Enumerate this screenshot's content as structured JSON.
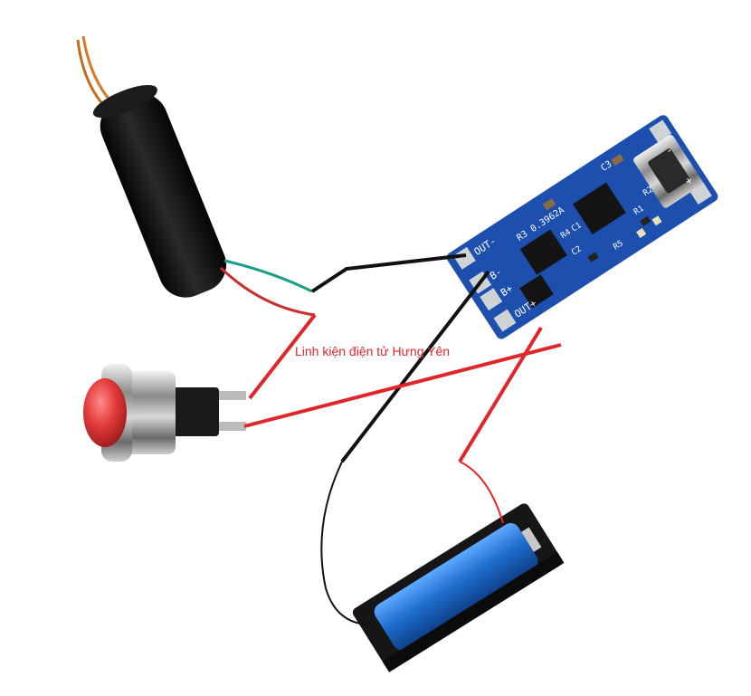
{
  "watermark": {
    "text": "Linh kiện điện tử Hưng Yên",
    "color": "#e0262a"
  },
  "module": {
    "pcb_color": "#1d4fae",
    "pad_color": "#cfd3d6",
    "labels": {
      "out_minus": "OUT-",
      "out_plus": "OUT+",
      "b_minus": "B-",
      "b_plus": "B+",
      "r3": "R3",
      "r3_value": "R3 0.3962A",
      "c3": "C3",
      "c1": "C1",
      "c2": "C2",
      "r1": "R1",
      "r2": "R2",
      "r4": "R4",
      "r5": "R5",
      "plus": "+",
      "minus": "-"
    }
  },
  "colors": {
    "wire_red": "#e0262a",
    "wire_black": "#111111",
    "wire_green": "#1a9e86",
    "button_red": "#e23a3a",
    "battery_blue": "#1f6fd0",
    "holder_black": "#161616",
    "coil_black": "#121212",
    "copper": "#d87a2a"
  },
  "icons": {
    "coil": "high-voltage-coil-icon",
    "button": "push-button-icon",
    "module": "charger-module-icon",
    "battery": "battery-holder-icon",
    "usb": "usb-port-icon"
  }
}
